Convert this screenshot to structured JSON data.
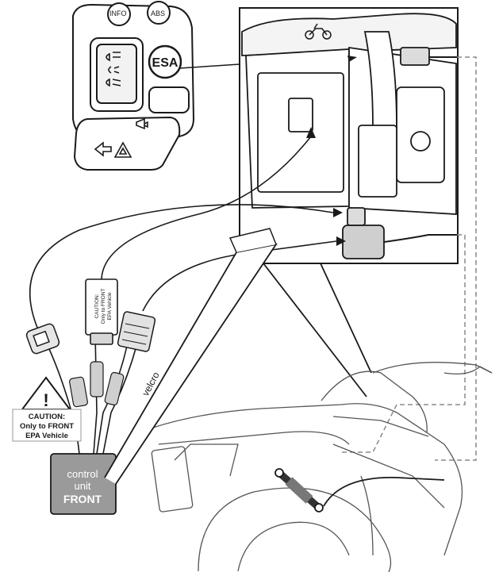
{
  "handlebar_switch": {
    "info_label": "INFO",
    "abs_label": "ABS",
    "esa_label": "ESA"
  },
  "caution_label": {
    "line1": "CAUTION:",
    "line2": "Only to FRONT",
    "line3": "EPA Vehicle"
  },
  "module_label": {
    "line1": "CAUTION:",
    "line2": "Only to FRONT",
    "line3": "EPA Vehicle"
  },
  "velcro_label": "velcro",
  "control_unit": {
    "line1": "control",
    "line2": "unit",
    "line3": "FRONT"
  },
  "colors": {
    "line": "#1a1a1a",
    "control_unit_fill": "#9a9a9a",
    "control_unit_text": "#ffffff",
    "dashed": "#888888"
  }
}
